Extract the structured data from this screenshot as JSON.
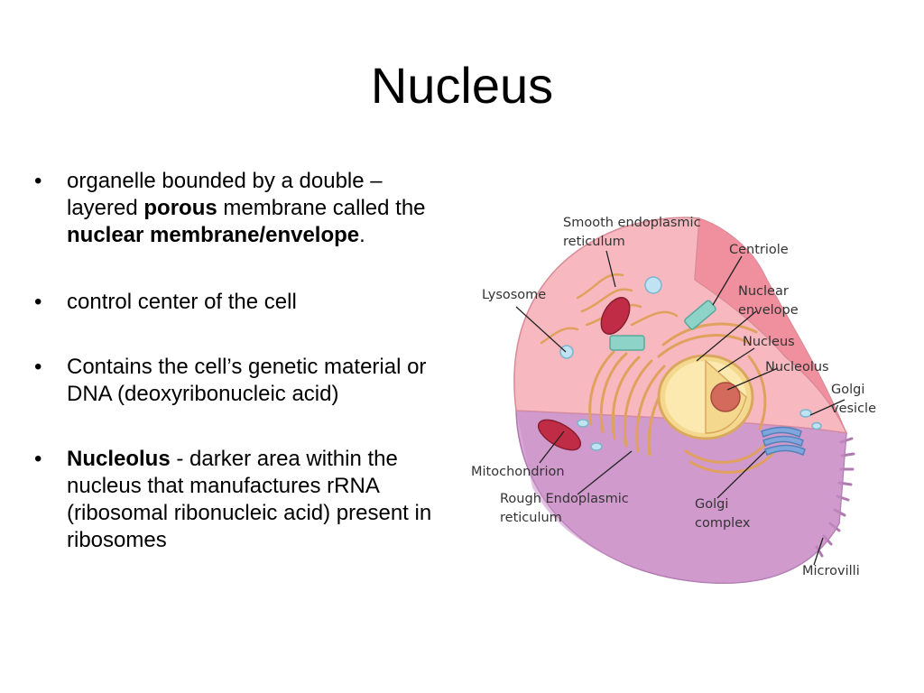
{
  "slide": {
    "title": "Nucleus",
    "bullets": [
      {
        "marker": "•",
        "parts": [
          {
            "text": "organelle bounded by a double – layered ",
            "bold": false
          },
          {
            "text": "porous",
            "bold": true
          },
          {
            "text": " membrane called the ",
            "bold": false
          },
          {
            "text": "nuclear membrane/envelope",
            "bold": true
          },
          {
            "text": ".",
            "bold": false
          }
        ]
      },
      {
        "marker": "•",
        "parts": [
          {
            "text": "control center of the cell",
            "bold": false
          }
        ]
      },
      {
        "marker": "•",
        "parts": [
          {
            "text": "Contains the cell’s genetic material or DNA (deoxyribonucleic acid)",
            "bold": false
          }
        ]
      },
      {
        "marker": "•",
        "parts": [
          {
            "text": "Nucleolus",
            "bold": true
          },
          {
            "text": " - darker area within the nucleus that manufactures rRNA (ribosomal ribonucleic acid) present in ribosomes",
            "bold": false
          }
        ]
      }
    ]
  },
  "figure": {
    "labels": {
      "smooth_er_1": "Smooth endoplasmic",
      "smooth_er_2": "reticulum",
      "centriole": "Centriole",
      "lysosome": "Lysosome",
      "nuclear_envelope_1": "Nuclear",
      "nuclear_envelope_2": "envelope",
      "nucleus": "Nucleus",
      "nucleolus": "Nucleolus",
      "golgi_vesicle_1": "Golgi",
      "golgi_vesicle_2": "vesicle",
      "mitochondrion": "Mitochondrion",
      "rough_er_1": "Rough Endoplasmic",
      "rough_er_2": "reticulum",
      "golgi_complex_1": "Golgi",
      "golgi_complex_2": "complex",
      "microvilli": "Microvilli"
    },
    "colors": {
      "cytoplasm": "#f7b8c0",
      "membrane": "#d9a6d6",
      "cut_face": "#c98fc7",
      "nucleus": "#fbe9b0",
      "nucleolus": "#d36a5c",
      "er": "#e0a15e",
      "mitochondrion": "#c02c45",
      "centriole": "#8ed3c8",
      "golgi": "#7fa6dd"
    }
  }
}
